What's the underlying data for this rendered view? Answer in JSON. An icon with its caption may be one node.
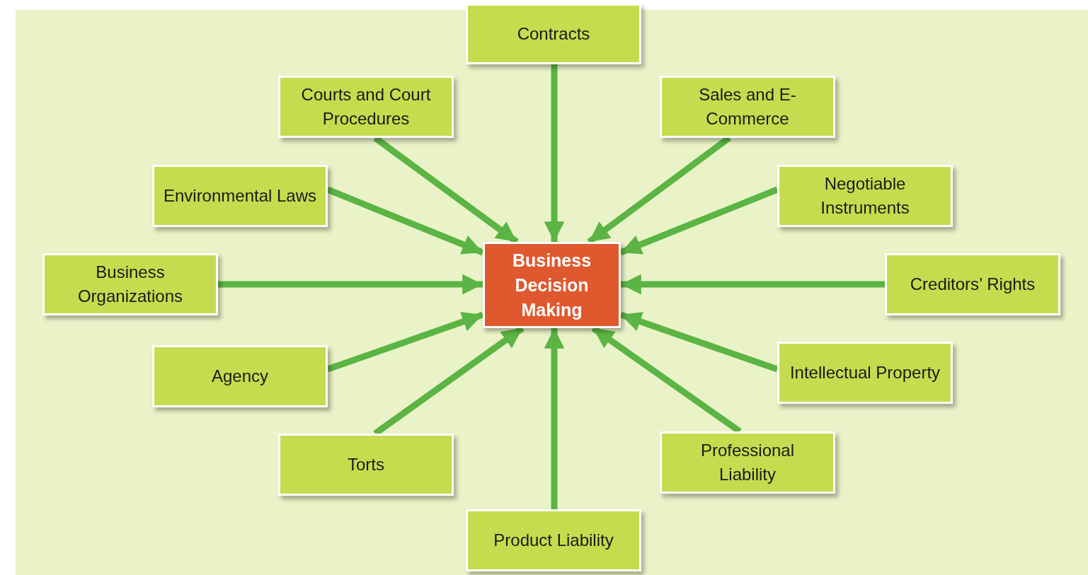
{
  "diagram": {
    "nodes": [
      {
        "text": [
          "Contracts"
        ]
      },
      {
        "text": [
          "Courts and Court Procedures"
        ]
      },
      {
        "text": [
          "Sales and E-Commerce"
        ]
      },
      {
        "text": [
          "Environmental Laws"
        ]
      },
      {
        "text": [
          "Negotiable Instruments"
        ]
      },
      {
        "text": [
          "Business Organizations"
        ]
      },
      {
        "text": [
          "Business Decision Making"
        ]
      },
      {
        "text": [
          "Creditors’ Rights"
        ]
      },
      {
        "text": [
          "Agency"
        ]
      },
      {
        "text": [
          "Intellectual Property"
        ]
      },
      {
        "text": [
          "Torts"
        ]
      },
      {
        "text": [
          "Professional Liability"
        ]
      },
      {
        "text": [
          "Product Liability"
        ]
      }
    ],
    "edges": [
      {
        "from": 0,
        "to": 6,
        "arrow": "to"
      },
      {
        "from": 1,
        "to": 6,
        "arrow": "to"
      },
      {
        "from": 2,
        "to": 6,
        "arrow": "to"
      },
      {
        "from": 3,
        "to": 6,
        "arrow": "to"
      },
      {
        "from": 4,
        "to": 6,
        "arrow": "to"
      },
      {
        "from": 5,
        "to": 6,
        "arrow": "to"
      },
      {
        "from": 7,
        "to": 6,
        "arrow": "to"
      },
      {
        "from": 8,
        "to": 6,
        "arrow": "to"
      },
      {
        "from": 9,
        "to": 6,
        "arrow": "to"
      },
      {
        "from": 10,
        "to": 6,
        "arrow": "to"
      },
      {
        "from": 11,
        "to": 6,
        "arrow": "to"
      },
      {
        "from": 12,
        "to": 6,
        "arrow": "to"
      }
    ]
  }
}
